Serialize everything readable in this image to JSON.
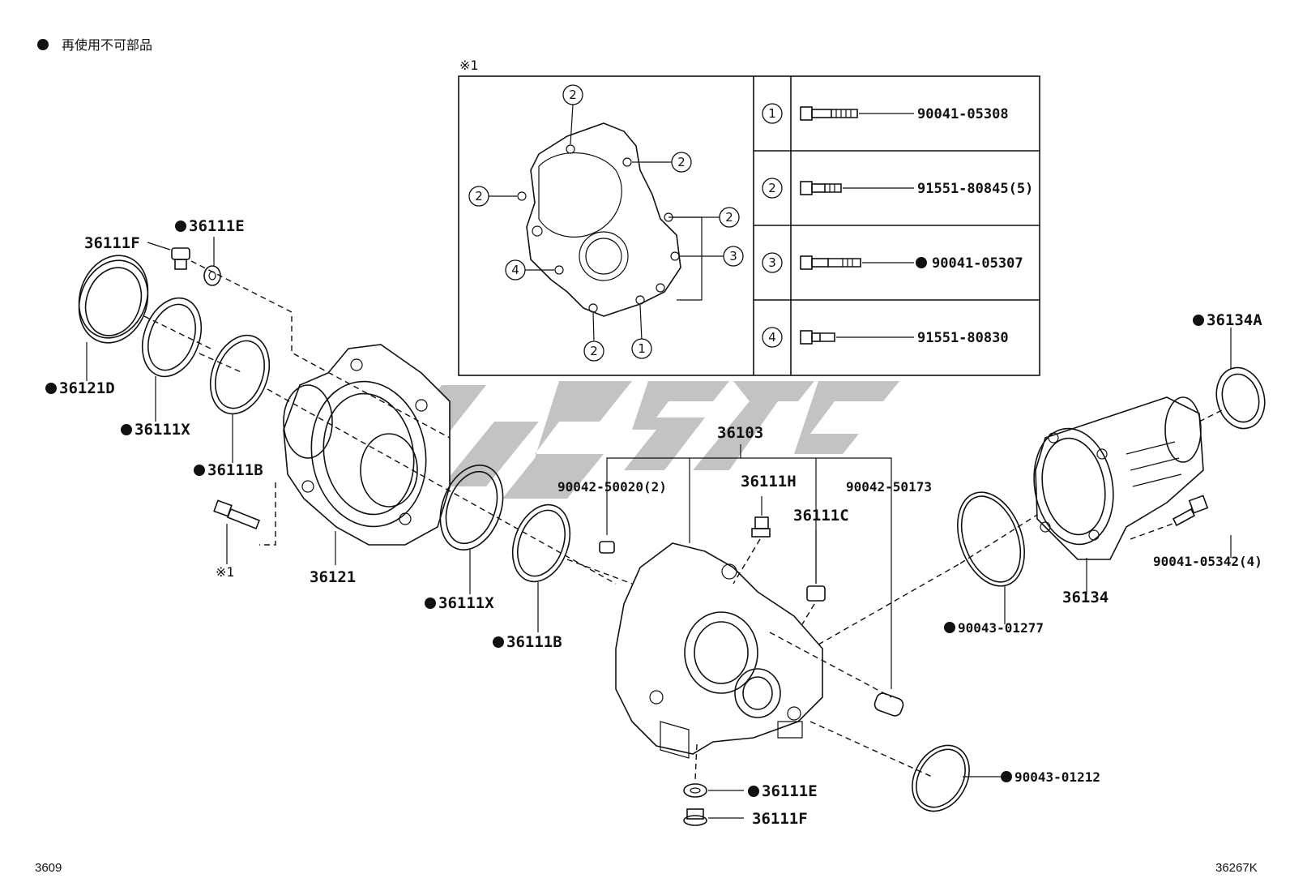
{
  "header": {
    "legend_text": "再使用不可部品"
  },
  "inset": {
    "marker": "※1",
    "circle_numbers": [
      "1",
      "2",
      "3",
      "4"
    ],
    "rows": [
      {
        "num": "1",
        "part": "90041-05308",
        "non_reusable": false
      },
      {
        "num": "2",
        "part": "91551-80845(5)",
        "non_reusable": false
      },
      {
        "num": "3",
        "part": "90041-05307",
        "non_reusable": true
      },
      {
        "num": "4",
        "part": "91551-80830",
        "non_reusable": false
      }
    ]
  },
  "labels": {
    "l_36111F_top": "36111F",
    "l_36111E_top": "36111E",
    "l_36121D": "36121D",
    "l_36111X_1": "36111X",
    "l_36111B_1": "36111B",
    "l_ref1": "※1",
    "l_36121": "36121",
    "l_36111X_2": "36111X",
    "l_36111B_2": "36111B",
    "l_36103": "36103",
    "l_90042_50020": "90042-50020(2)",
    "l_36111H": "36111H",
    "l_36111C": "36111C",
    "l_90042_50173": "90042-50173",
    "l_36111E_bot": "36111E",
    "l_36111F_bot": "36111F",
    "l_36134A": "36134A",
    "l_36134": "36134",
    "l_90041_05342": "90041-05342(4)",
    "l_90043_01277": "90043-01277",
    "l_90043_01212": "90043-01212"
  },
  "footer": {
    "left_code": "3609",
    "right_code": "36267K"
  }
}
